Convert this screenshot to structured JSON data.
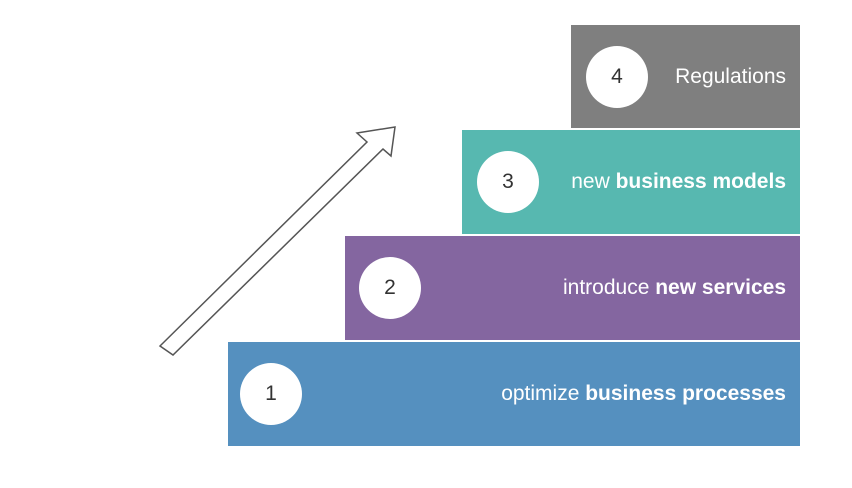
{
  "steps": [
    {
      "number": "1",
      "prefix": "optimize ",
      "bold": "business processes",
      "color": "#5590bf"
    },
    {
      "number": "2",
      "prefix": "introduce ",
      "bold": "new services",
      "color": "#8466a0"
    },
    {
      "number": "3",
      "prefix": "new ",
      "bold": "business models",
      "color": "#57b8b0"
    },
    {
      "number": "4",
      "prefix": "Regulations",
      "bold": "",
      "color": "#7f7f7f"
    }
  ],
  "arrow_icon": "up-right-arrow-icon"
}
